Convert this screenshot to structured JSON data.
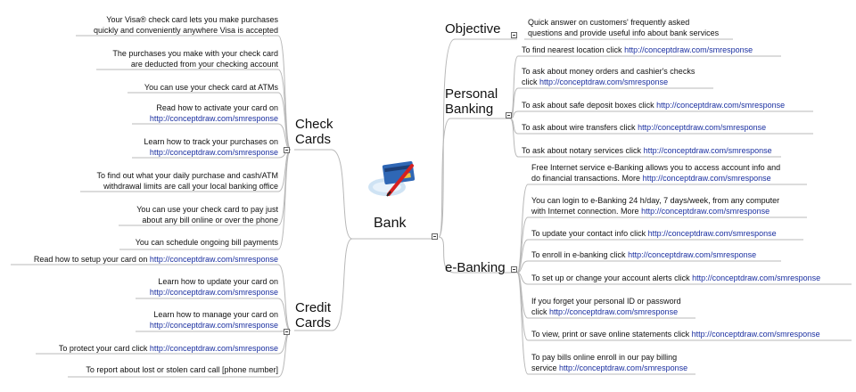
{
  "center": {
    "label": "Bank",
    "icon": "credit-card-and-pen-icon"
  },
  "branches": {
    "check_cards": {
      "line1": "Check",
      "line2": "Cards",
      "items": [
        {
          "l1": "Your Visa® check card lets you make purchases",
          "l2": "quickly and conveniently anywhere Visa is accepted"
        },
        {
          "l1": "The purchases you make with your check card",
          "l2": "are deducted from your checking account"
        },
        {
          "l1": "You can use your check card at ATMs"
        },
        {
          "l1": "Read how to activate your card on",
          "url": "http://conceptdraw.com/smresponse"
        },
        {
          "l1": "Learn how to track your purchases on",
          "url": "http://conceptdraw.com/smresponse"
        },
        {
          "l1": "To find out what your daily purchase and cash/ATM",
          "l2": "withdrawal limits are call your local banking office"
        },
        {
          "l1": "You can use your check card to pay just",
          "l2": "about any bill online or over the phone"
        },
        {
          "l1": "You can schedule ongoing bill payments"
        }
      ]
    },
    "credit_cards": {
      "line1": "Credit",
      "line2": "Cards",
      "items": [
        {
          "l1": "Read how to setup your card on ",
          "url_inline": "http://conceptdraw.com/smresponse"
        },
        {
          "l1": "Learn how to update your card on",
          "url": "http://conceptdraw.com/smresponse"
        },
        {
          "l1": "Learn how to manage your card on",
          "url": "http://conceptdraw.com/smresponse"
        },
        {
          "l1": "To protect your card click ",
          "url_inline": "http://conceptdraw.com/smresponse"
        },
        {
          "l1": "To report about lost or stolen card call [phone number]"
        }
      ]
    },
    "objective": {
      "line1": "Objective",
      "items": [
        {
          "l1": "Quick answer on customers' frequently asked",
          "l2": "questions and provide useful info about bank services"
        }
      ]
    },
    "personal_banking": {
      "line1": "Personal",
      "line2": "Banking",
      "items": [
        {
          "l1": "To find nearest location click ",
          "url_inline": "http://conceptdraw.com/smresponse"
        },
        {
          "l1": "To ask about money orders and cashier's checks",
          "l2": "click ",
          "url_l2": "http://conceptdraw.com/smresponse"
        },
        {
          "l1": "To ask about safe deposit boxes click ",
          "url_inline": "http://conceptdraw.com/smresponse"
        },
        {
          "l1": "To ask about wire transfers click ",
          "url_inline": "http://conceptdraw.com/smresponse"
        },
        {
          "l1": "To ask about notary services click ",
          "url_inline": "http://conceptdraw.com/smresponse"
        }
      ]
    },
    "e_banking": {
      "line1": "e-Banking",
      "items": [
        {
          "l1": "Free Internet service e-Banking allows you to access account info and",
          "l2": "do financial transactions. More ",
          "url_l2": "http://conceptdraw.com/smresponse"
        },
        {
          "l1": "You can login to e-Banking 24 h/day, 7 days/week, from any computer",
          "l2": "with Internet connection. More ",
          "url_l2": "http://conceptdraw.com/smresponse"
        },
        {
          "l1": "To update your contact info click ",
          "url_inline": "http://conceptdraw.com/smresponse"
        },
        {
          "l1": "To enroll in e-banking click ",
          "url_inline": "http://conceptdraw.com/smresponse"
        },
        {
          "l1": "To set up or change your account alerts click ",
          "url_inline": "http://conceptdraw.com/smresponse"
        },
        {
          "l1": "If you forget your personal ID or password",
          "l2": "click ",
          "url_l2": "http://conceptdraw.com/smresponse"
        },
        {
          "l1": "To view, print or save online statements click ",
          "url_inline": "http://conceptdraw.com/smresponse"
        },
        {
          "l1": "To pay bills online enroll in our pay billing",
          "l2": "service ",
          "url_l2": "http://conceptdraw.com/smresponse"
        }
      ]
    }
  },
  "colors": {
    "line": "#b8b8b8",
    "link": "#1a2fa0",
    "text": "#111111"
  }
}
